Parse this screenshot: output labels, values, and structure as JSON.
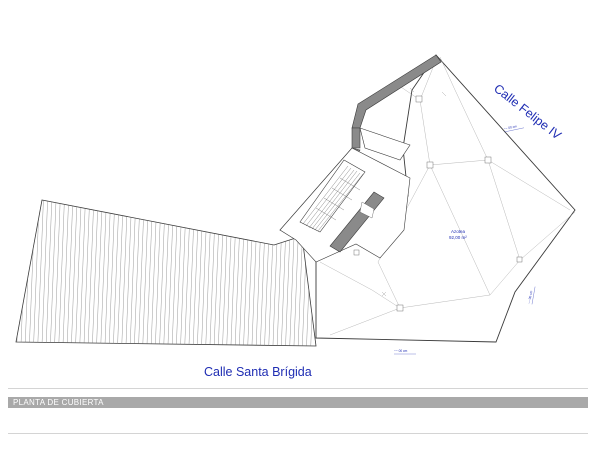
{
  "plan": {
    "street_north": "Calle Felipe IV",
    "street_south": "Calle Santa Brígida",
    "room_name": "Azotea",
    "room_area": "92,00 m²",
    "dimension_labels": [
      "~~ 00 cm",
      "~~ 00 cm",
      "~~ 00 cm"
    ]
  },
  "title_block": {
    "label": "PLANTA DE CUBIERTA"
  },
  "colors": {
    "line": "#3a3a3a",
    "wall_fill": "#8a8a8a",
    "text_blue": "#1f2db3",
    "title_bar": "#a9a9a9"
  }
}
